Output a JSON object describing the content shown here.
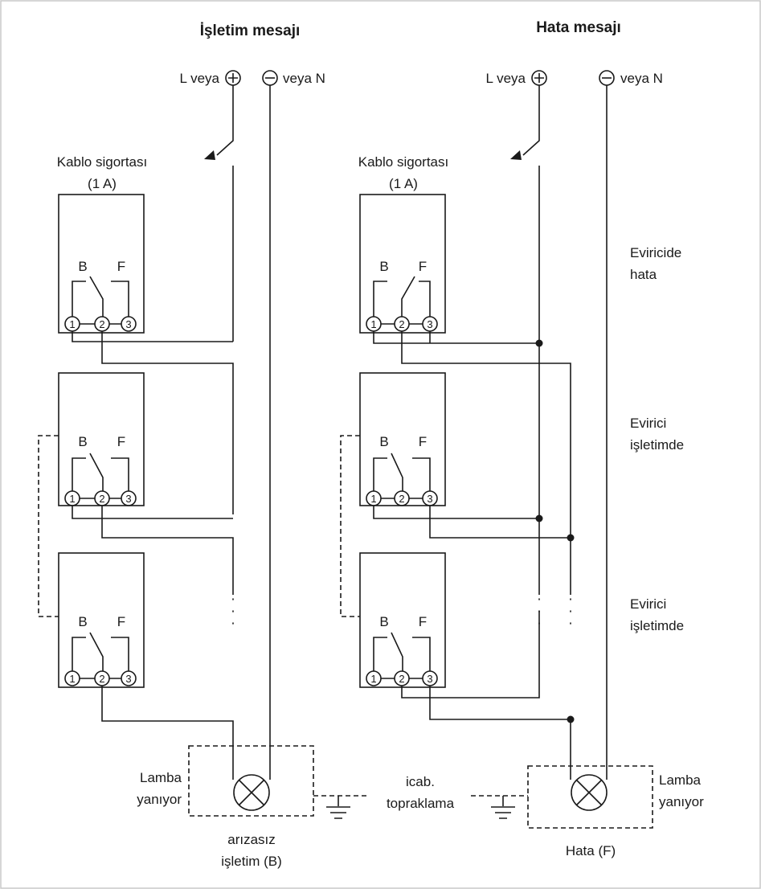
{
  "left_panel": {
    "title": "İşletim mesajı",
    "supply_positive": "L veya",
    "supply_negative": "veya N",
    "fuse_label_line1": "Kablo sigortası",
    "fuse_label_line2": "(1 A)",
    "lamp_label_line1": "Lamba",
    "lamp_label_line2": "yanıyor",
    "status_line1": "arızasız",
    "status_line2": "işletim (B)"
  },
  "right_panel": {
    "title": "Hata mesajı",
    "supply_positive": "L veya",
    "supply_negative": "veya N",
    "fuse_label_line1": "Kablo sigortası",
    "fuse_label_line2": "(1 A)",
    "lamp_label_line1": "Lamba",
    "lamp_label_line2": "yanıyor",
    "status": "Hata (F)"
  },
  "relay": {
    "contact_b": "B",
    "contact_f": "F",
    "terminals": [
      "1",
      "2",
      "3"
    ]
  },
  "state_labels": [
    [
      "Eviricide",
      "hata"
    ],
    [
      "Evirici",
      "işletimde"
    ],
    [
      "Evirici",
      "işletimde"
    ]
  ],
  "grounding": {
    "line1": "icab.",
    "line2": "topraklama"
  }
}
